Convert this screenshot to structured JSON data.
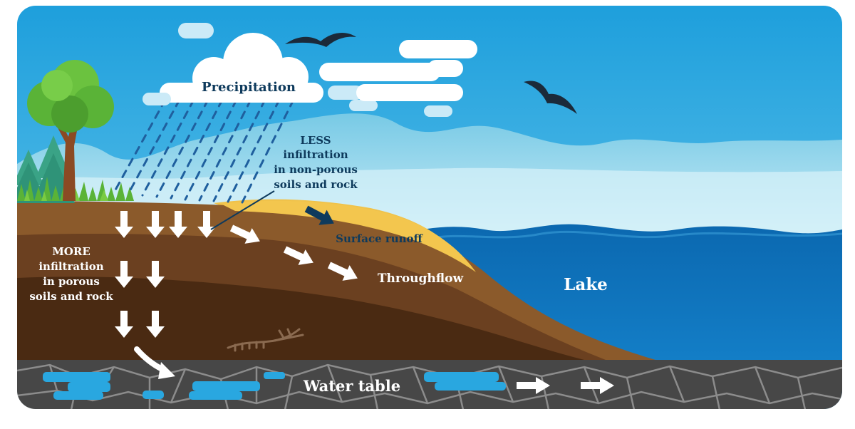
{
  "labels": {
    "precipitation": "Precipitation",
    "less_line1": "LESS",
    "less_line2": "infiltration",
    "less_line3": "in non-porous",
    "less_line4": "soils and rock",
    "more_line1": "MORE",
    "more_line2": "infiltration",
    "more_line3": "in porous",
    "more_line4": "soils and rock",
    "surface_runoff": "Surface runoff",
    "throughflow": "Throughflow",
    "lake": "Lake",
    "water_table": "Water table"
  },
  "colors": {
    "sky": "#29a7e0",
    "sky_light": "#bfe6f5",
    "hills": "#8fd3e8",
    "lake": "#0a6fb8",
    "lake_light": "#1b86cc",
    "soil_top": "#8b5a2b",
    "soil_mid": "#6b4020",
    "soil_deep": "#4a2a12",
    "sand": "#f0c24a",
    "rock": "#4b4b4b",
    "rock_cracks": "#8a8a8a",
    "groundwater": "#29a7e0",
    "text_dark": "#0e3a5c",
    "text_white": "#ffffff",
    "rain": "#1f5f9e",
    "tree_green": "#5ab337",
    "trunk": "#8b4a24"
  },
  "icons": {
    "cloud": "cloud-icon",
    "bird": "bird-icon",
    "tree": "tree-icon",
    "pine": "pine-tree-icon",
    "arrow": "arrow-icon",
    "fossil": "fossil-icon"
  }
}
